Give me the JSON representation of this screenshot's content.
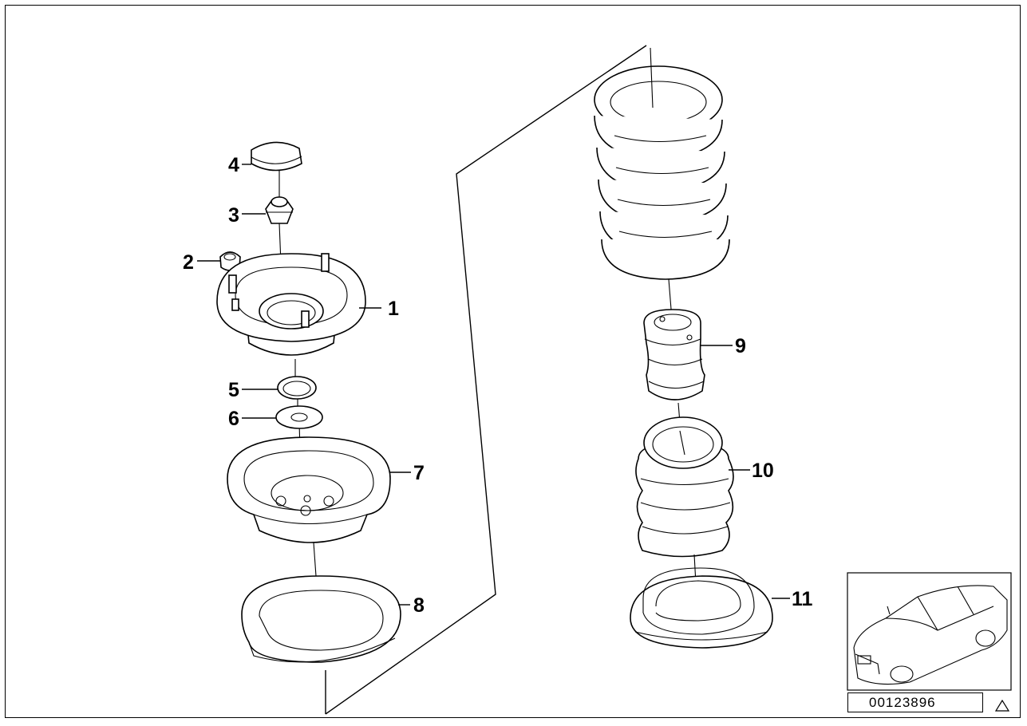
{
  "diagram": {
    "callouts": [
      {
        "id": "1",
        "label": "1"
      },
      {
        "id": "2",
        "label": "2"
      },
      {
        "id": "3",
        "label": "3"
      },
      {
        "id": "4",
        "label": "4"
      },
      {
        "id": "5",
        "label": "5"
      },
      {
        "id": "6",
        "label": "6"
      },
      {
        "id": "7",
        "label": "7"
      },
      {
        "id": "8",
        "label": "8"
      },
      {
        "id": "9",
        "label": "9"
      },
      {
        "id": "10",
        "label": "10"
      },
      {
        "id": "11",
        "label": "11"
      }
    ],
    "reference_number": "00123896",
    "icons": [
      "car-thumbnail-icon",
      "triangle-icon"
    ],
    "line_color": "#000000",
    "background_color": "#ffffff"
  }
}
